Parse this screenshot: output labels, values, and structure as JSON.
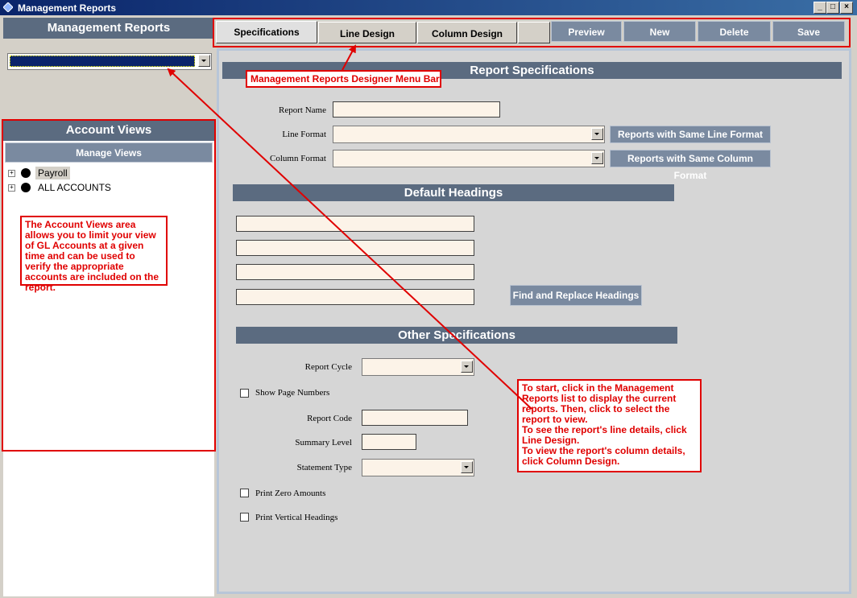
{
  "window": {
    "title": "Management Reports",
    "controls": [
      "minimize",
      "maximize",
      "close"
    ]
  },
  "left_panel": {
    "title": "Management Reports",
    "report_list_value": "",
    "account_views": {
      "title": "Account Views",
      "manage_button": "Manage Views",
      "tree": [
        {
          "label": "Payroll",
          "expand": "+"
        },
        {
          "label": "ALL ACCOUNTS",
          "expand": "+"
        }
      ]
    }
  },
  "menu_bar": {
    "tabs": [
      "Specifications",
      "Line Design",
      "Column Design"
    ],
    "active_tab": "Specifications",
    "buttons": [
      "Preview",
      "New",
      "Delete",
      "Save"
    ]
  },
  "report_specifications": {
    "title": "Report Specifications",
    "report_name_label": "Report Name",
    "report_name_value": "",
    "line_format_label": "Line Format",
    "line_format_value": "",
    "column_format_label": "Column Format",
    "column_format_value": "",
    "same_line_button": "Reports with Same Line Format",
    "same_column_button": "Reports with Same Column Format"
  },
  "default_headings": {
    "title": "Default Headings",
    "values": [
      "",
      "",
      "",
      ""
    ],
    "find_replace_button": "Find and Replace Headings"
  },
  "other_specifications": {
    "title": "Other Specifications",
    "report_cycle_label": "Report Cycle",
    "report_cycle_value": "",
    "show_page_numbers_label": "Show Page Numbers",
    "show_page_numbers_checked": false,
    "report_code_label": "Report Code",
    "report_code_value": "",
    "summary_level_label": "Summary Level",
    "summary_level_value": "",
    "statement_type_label": "Statement Type",
    "statement_type_value": "",
    "print_zero_label": "Print Zero Amounts",
    "print_zero_checked": false,
    "print_vertical_label": "Print Vertical Headings",
    "print_vertical_checked": false
  },
  "annotations": {
    "menu_bar_callout": "Management Reports Designer Menu Bar",
    "account_views_callout": "The Account Views area allows you to limit your view of GL Accounts at a given time and can be used to verify the appropriate accounts are included on the report.",
    "start_callout_lines": [
      "To start, click in the Management",
      "Reports list to display the current",
      "reports.  Then, click to select the",
      "report to view.",
      "To see the report's line details, click",
      "Line Design.",
      "To view the report's column details,",
      "click Column Design."
    ],
    "color": "#e00000"
  }
}
